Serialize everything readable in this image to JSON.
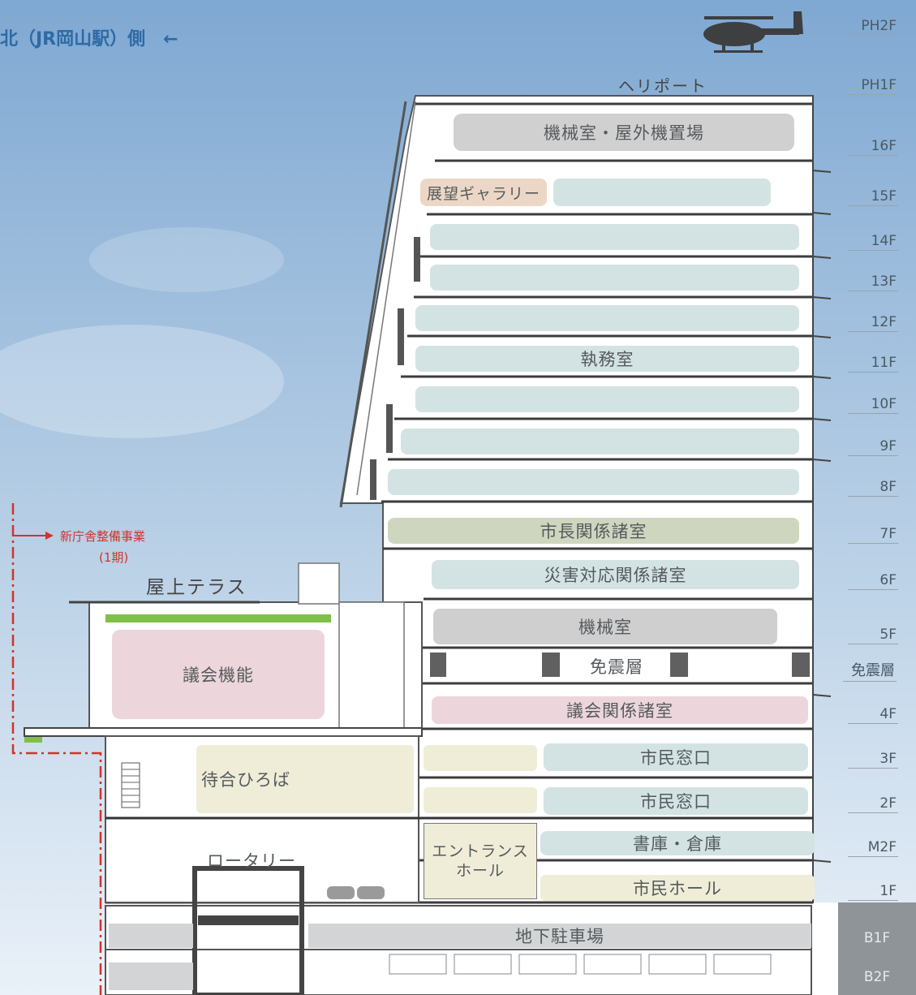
{
  "header": {
    "direction_label": "北（JR岡山駅）側　←"
  },
  "annotations": {
    "heliport": "ヘリポート",
    "phase1_line1": "新庁舎整備事業",
    "phase1_line2": "(1期)",
    "roof_terrace": "屋上テラス"
  },
  "rooms": {
    "machine_yard": "機械室・屋外機置場",
    "gallery": "展望ギャラリー",
    "offices": "執務室",
    "mayor": "市長関係諸室",
    "disaster": "災害対応関係諸室",
    "machine_room": "機械室",
    "isolation": "免震層",
    "assembly_rooms": "議会関係諸室",
    "assembly_function": "議会機能",
    "waiting_plaza": "待合ひろば",
    "citizen_window_3f": "市民窓口",
    "citizen_window_2f": "市民窓口",
    "archive": "書庫・倉庫",
    "rotary": "ロータリー",
    "entrance_hall": "エントランス\nホール",
    "citizen_hall": "市民ホール",
    "parking": "地下駐車場"
  },
  "floors": {
    "ph2f": "PH2F",
    "ph1f": "PH1F",
    "f16": "16F",
    "f15": "15F",
    "f14": "14F",
    "f13": "13F",
    "f12": "12F",
    "f11": "11F",
    "f10": "10F",
    "f9": "9F",
    "f8": "8F",
    "f7": "7F",
    "f6": "6F",
    "f5": "5F",
    "iso": "免震層",
    "f4": "4F",
    "f3": "3F",
    "f2": "2F",
    "m2f": "M2F",
    "f1": "1F",
    "b1f": "B1F",
    "b2f": "B2F"
  },
  "colors": {
    "sky_top": "#7fa8d2",
    "sky_bottom": "#dfeaf5",
    "office": "#d3e3e3",
    "machine": "#cfcfcf",
    "mayor": "#cfd6bf",
    "assembly": "#ecd6dc",
    "waiting": "#efedd8",
    "gallery": "#ecd7c6",
    "green_roof": "#7fc04a",
    "phase_line": "#d0342c",
    "title_text": "#2e6aa5"
  }
}
